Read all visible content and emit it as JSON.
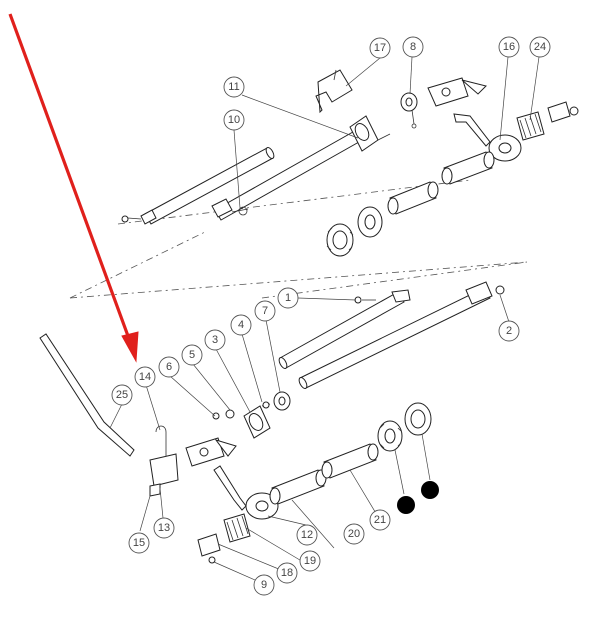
{
  "callouts": {
    "c1": "1",
    "c2": "2",
    "c3": "3",
    "c4": "4",
    "c5": "5",
    "c6": "6",
    "c7": "7",
    "c8": "8",
    "c9": "9",
    "c10": "10",
    "c11": "11",
    "c12": "12",
    "c13": "13",
    "c14": "14",
    "c15": "15",
    "c16": "16",
    "c17": "17",
    "c18": "18",
    "c19": "19",
    "c20": "20",
    "c21": "21",
    "c24": "24",
    "c25": "25"
  },
  "colors": {
    "arrow": "#e0201c",
    "line": "#222222",
    "marker": "#000000",
    "callout_text": "#444444"
  }
}
